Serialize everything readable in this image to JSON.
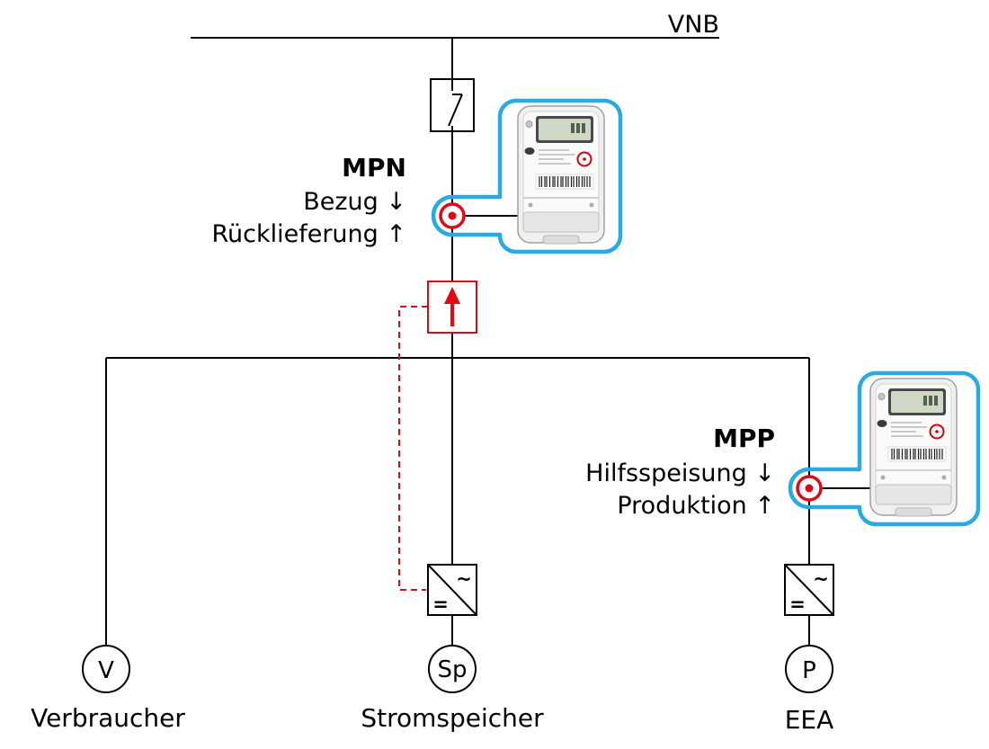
{
  "diagram": {
    "grid": {
      "label": "VNB"
    },
    "meter_mpn": {
      "name": "MPN",
      "import_label": "Bezug ↓",
      "export_label": "Rücklieferung ↑"
    },
    "meter_mpp": {
      "name": "MPP",
      "import_label": "Hilfsspeisung ↓",
      "export_label": "Produktion ↑"
    },
    "branches": {
      "consumer": {
        "symbol": "V",
        "label": "Verbraucher"
      },
      "storage": {
        "symbol": "Sp",
        "label": "Stromspeicher"
      },
      "generation": {
        "symbol": "P",
        "label": "EEA"
      }
    },
    "inverter": {
      "ac": "~",
      "dc": "="
    },
    "colors": {
      "line": "#000000",
      "accent_red": "#e30613",
      "accent_blue": "#29abe2",
      "background": "#ffffff"
    }
  }
}
